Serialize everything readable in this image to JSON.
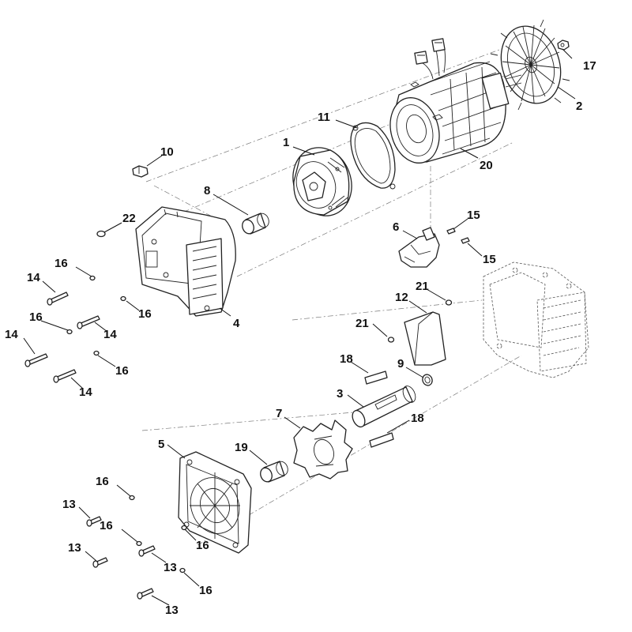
{
  "callouts": [
    {
      "label": "1"
    },
    {
      "label": "2"
    },
    {
      "label": "3"
    },
    {
      "label": "4"
    },
    {
      "label": "5"
    },
    {
      "label": "6"
    },
    {
      "label": "7"
    },
    {
      "label": "8"
    },
    {
      "label": "9"
    },
    {
      "label": "10"
    },
    {
      "label": "11"
    },
    {
      "label": "12"
    },
    {
      "label": "13"
    },
    {
      "label": "13"
    },
    {
      "label": "13"
    },
    {
      "label": "13"
    },
    {
      "label": "14"
    },
    {
      "label": "14"
    },
    {
      "label": "14"
    },
    {
      "label": "14"
    },
    {
      "label": "15"
    },
    {
      "label": "15"
    },
    {
      "label": "16"
    },
    {
      "label": "16"
    },
    {
      "label": "16"
    },
    {
      "label": "16"
    },
    {
      "label": "16"
    },
    {
      "label": "16"
    },
    {
      "label": "16"
    },
    {
      "label": "16"
    },
    {
      "label": "17"
    },
    {
      "label": "18"
    },
    {
      "label": "18"
    },
    {
      "label": "19"
    },
    {
      "label": "20"
    },
    {
      "label": "21"
    },
    {
      "label": "21"
    },
    {
      "label": "22"
    }
  ]
}
